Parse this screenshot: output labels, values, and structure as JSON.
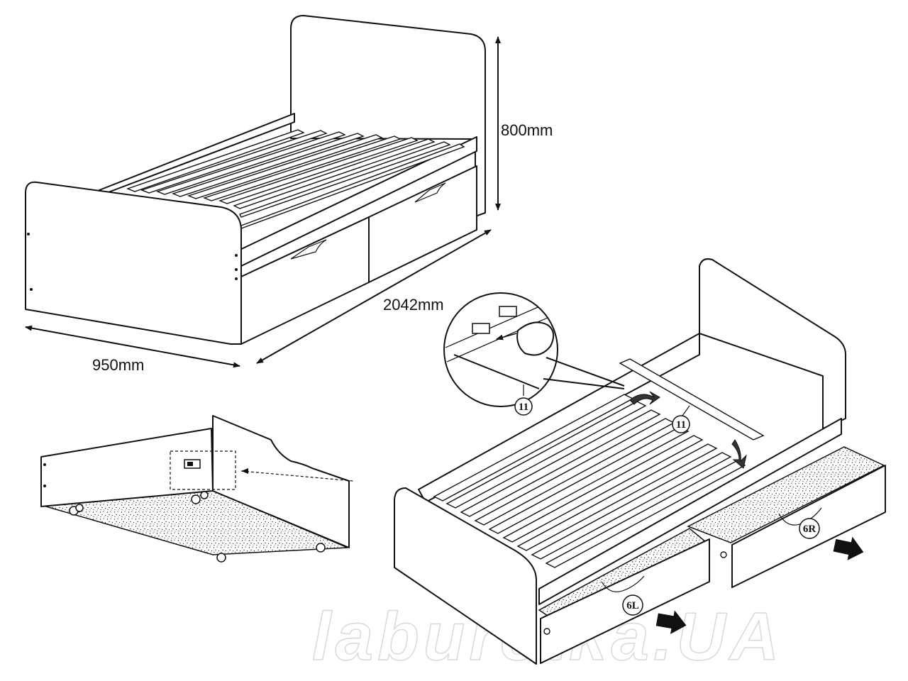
{
  "dimensions": {
    "height": "800mm",
    "length": "2042mm",
    "width": "950mm"
  },
  "parts": {
    "slat_detail": "11",
    "slat_main": "11",
    "drawer_left": "6L",
    "drawer_right": "6R"
  },
  "watermark": "laburetka.UA"
}
